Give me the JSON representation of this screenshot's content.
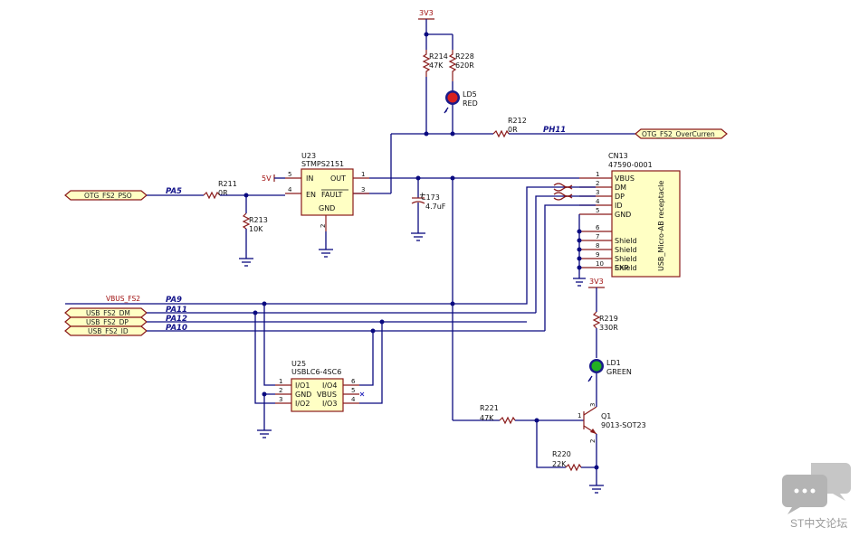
{
  "power": {
    "v3v3_top": "3V3",
    "v3v3_right": "3V3",
    "v5": "5V"
  },
  "nets": {
    "pa5": "PA5",
    "ph11": "PH11",
    "pa9": "PA9",
    "pa11": "PA11",
    "pa12": "PA12",
    "pa10": "PA10"
  },
  "ports": {
    "otg_pso": "OTG_FS2_PSO",
    "otg_overcurrent": "OTG_FS2_OverCurren",
    "vbus": "VBUS_FS2",
    "dm": "USB_FS2_DM",
    "dp": "USB_FS2_DP",
    "id": "USB_FS2_ID"
  },
  "parts": {
    "r214": {
      "ref": "R214",
      "value": "47K"
    },
    "r228": {
      "ref": "R228",
      "value": "620R"
    },
    "ld5": {
      "ref": "LD5",
      "value": "RED"
    },
    "r212": {
      "ref": "R212",
      "value": "0R"
    },
    "r211": {
      "ref": "R211",
      "value": "0R"
    },
    "r213": {
      "ref": "R213",
      "value": "10K"
    },
    "u23": {
      "ref": "U23",
      "value": "STMPS2151",
      "pins": {
        "in": "IN",
        "out": "OUT",
        "en": "EN",
        "fault": "FAULT",
        "gnd": "GND",
        "p1": "1",
        "p2": "2",
        "p3": "3",
        "p4": "4",
        "p5": "5"
      }
    },
    "c173": {
      "ref": "C173",
      "value": "4.7uF"
    },
    "cn13": {
      "ref": "CN13",
      "value": "47590-0001",
      "body": "USB_Micro-AB receptacle",
      "pins": [
        {
          "num": "1",
          "name": "VBUS"
        },
        {
          "num": "2",
          "name": "DM"
        },
        {
          "num": "3",
          "name": "DP"
        },
        {
          "num": "4",
          "name": "ID"
        },
        {
          "num": "5",
          "name": "GND"
        },
        {
          "num": "6",
          "name": ""
        },
        {
          "num": "7",
          "name": "Shield"
        },
        {
          "num": "8",
          "name": "Shield"
        },
        {
          "num": "9",
          "name": "Shield"
        },
        {
          "num": "",
          "name": "Shield"
        },
        {
          "num": "10",
          "name": "EXP"
        }
      ]
    },
    "r219": {
      "ref": "R219",
      "value": "330R"
    },
    "ld1": {
      "ref": "LD1",
      "value": "GREEN"
    },
    "u25": {
      "ref": "U25",
      "value": "USBLC6-4SC6",
      "pins": {
        "io1": "I/O1",
        "io4": "I/O4",
        "gnd": "GND",
        "vbus": "VBUS",
        "io2": "I/O2",
        "io3": "I/O3",
        "p1": "1",
        "p2": "2",
        "p3": "3",
        "p4": "4",
        "p5": "5",
        "p6": "6"
      }
    },
    "r221": {
      "ref": "R221",
      "value": "47K"
    },
    "q1": {
      "ref": "Q1",
      "value": "9013-SOT23",
      "p1": "1",
      "p2": "2",
      "p3": "3"
    },
    "r220": {
      "ref": "R220",
      "value": "22K"
    }
  },
  "watermark": "ST中文论坛"
}
